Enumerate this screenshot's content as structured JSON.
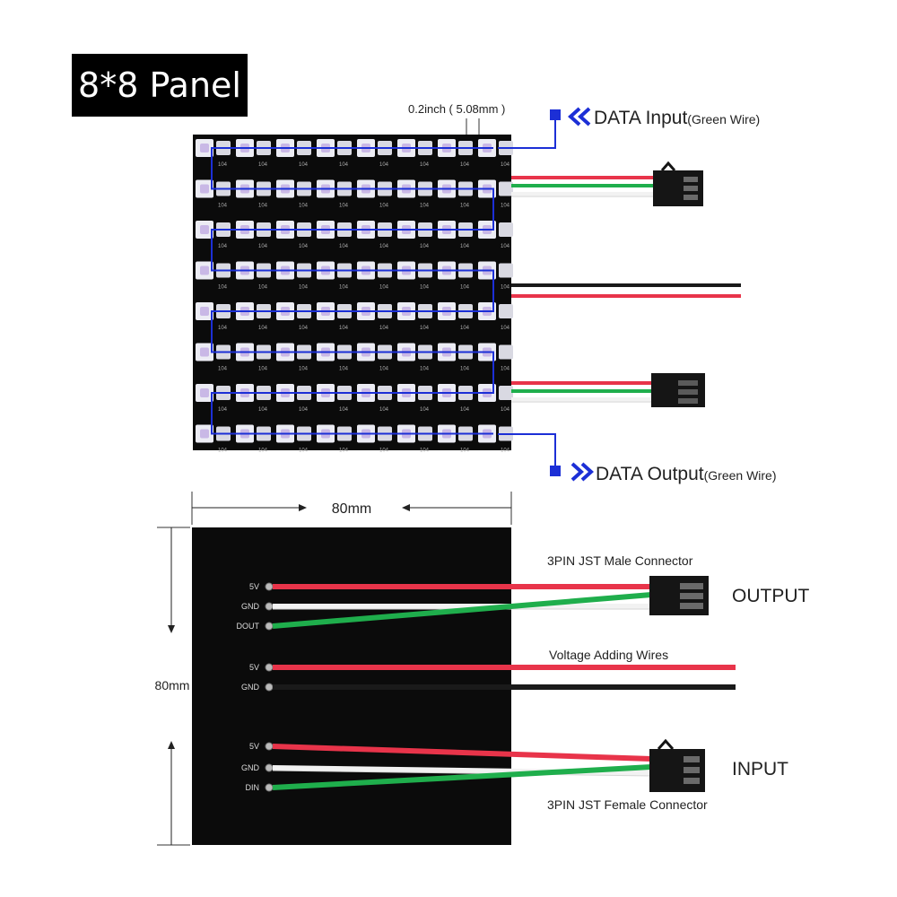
{
  "title": "8*8 Panel",
  "top_diagram": {
    "pitch_label": "0.2inch ( 5.08mm )",
    "data_input_label": "DATA Input",
    "data_input_note": "(Green Wire)",
    "data_output_label": "DATA Output",
    "data_output_note": "(Green Wire)",
    "chip_label": "104",
    "grid_rows": 8,
    "grid_cols": 8
  },
  "bottom_diagram": {
    "width_label": "80mm",
    "height_label": "80mm",
    "pins": [
      "5V",
      "GND",
      "DOUT",
      "5V",
      "GND",
      "5V",
      "GND",
      "DIN"
    ],
    "male_connector_label": "3PIN JST Male Connector",
    "output_label": "OUTPUT",
    "voltage_label": "Voltage Adding Wires",
    "input_label": "INPUT",
    "female_connector_label": "3PIN JST Female Connector"
  },
  "colors": {
    "board": "#0b0b0b",
    "wire_red": "#e8344a",
    "wire_green": "#1fae4c",
    "wire_white": "#f2f2f2",
    "wire_black": "#1a1a1a",
    "data_path": "#1c2fd6",
    "led": "#ececf4",
    "led_core": "#c9b8e6"
  }
}
